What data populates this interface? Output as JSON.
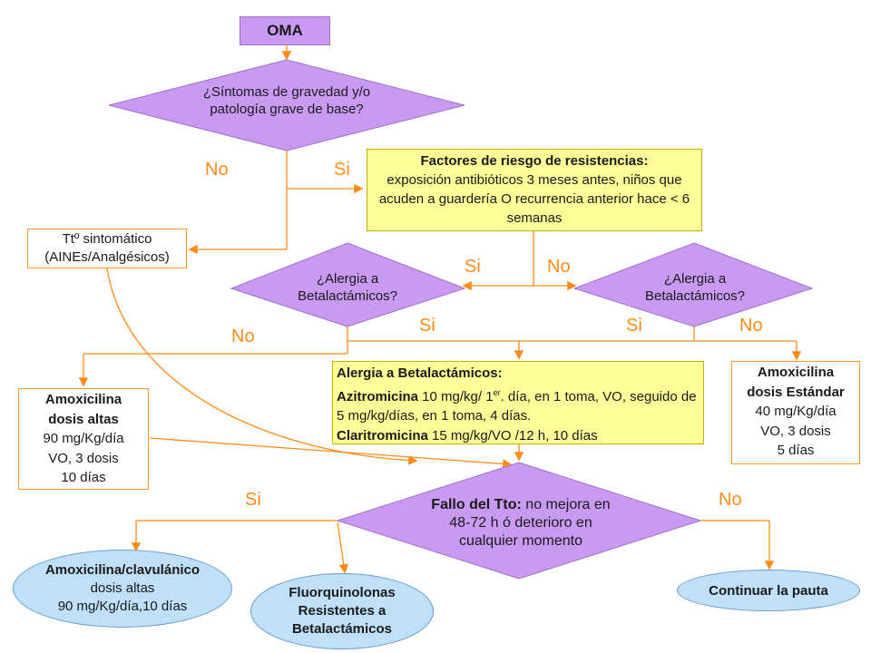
{
  "start": {
    "label": "OMA"
  },
  "q_gravedad": {
    "text": "¿Síntomas de gravedad y/o patología grave de base?"
  },
  "sintomatico": {
    "line1": "Ttº sintomático",
    "line2": "(AINEs/Analgésicos)"
  },
  "factores": {
    "title": "Factores de riesgo de resistencias:",
    "text": "exposición antibióticos 3 meses antes, niños que acuden a guardería O recurrencia anterior hace < 6 semanas"
  },
  "alergia_left": {
    "text": "¿Alergia a Betalactámicos?"
  },
  "alergia_right": {
    "text": "¿Alergia a Betalactámicos?"
  },
  "amox_altas": {
    "line1": "Amoxicilina",
    "line2": "dosis altas",
    "line3": "90 mg/Kg/día",
    "line4": "VO, 3 dosis",
    "line5": "10 días"
  },
  "alergia_box": {
    "title": "Alergia a Betalactámicos:",
    "drug1": "Azitromicina",
    "dose1a": " 10 mg/kg/ 1",
    "sup": "er",
    "dose1b": ". día, en 1 toma, VO, seguido de 5 mg/kg/días, en 1 toma, 4 días.",
    "drug2": "Claritromicina",
    "dose2": " 15 mg/kg/VO /12 h, 10 días"
  },
  "amox_estandar": {
    "line1": "Amoxicilina",
    "line2": "dosis Estándar",
    "line3": "40 mg/Kg/día",
    "line4": "VO, 3 dosis",
    "line5": "5 días"
  },
  "fallo": {
    "title": "Fallo del Tto:",
    "text": " no mejora en 48-72 h ó deterioro en cualquier momento"
  },
  "amox_clav": {
    "line1": "Amoxicilina/clavulánico",
    "line2": "dosis altas",
    "line3": "90 mg/Kg/día,10 días"
  },
  "fluoro": {
    "line1": "Fluorquinolonas",
    "line2": "Resistentes a",
    "line3": "Betalactámicos"
  },
  "continuar": {
    "label": "Continuar la pauta"
  },
  "labels": {
    "no1": "No",
    "si1": "Si",
    "si2": "Si",
    "no2": "No",
    "no3": "No",
    "si3": "Si",
    "si4": "Si",
    "no4": "No",
    "si5": "Si",
    "no5": "No"
  },
  "colors": {
    "diamond": "#c99af2",
    "box": "#ffff99",
    "ellipse": "#bfe0f8",
    "line": "#ff8c1a",
    "label": "#ff8c1a"
  }
}
